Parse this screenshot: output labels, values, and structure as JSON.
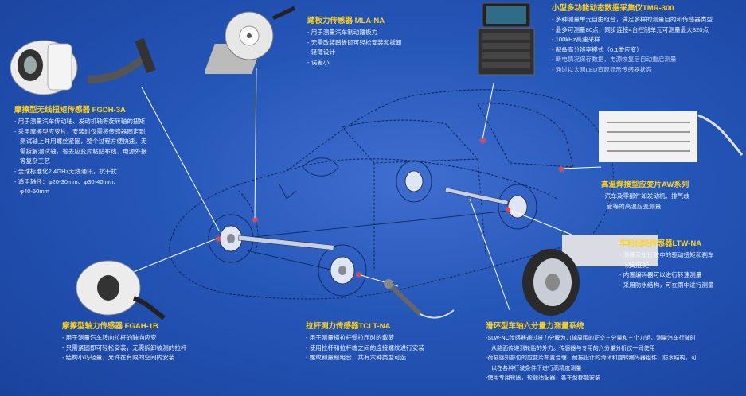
{
  "colors": {
    "title": "#ffd21f",
    "text": "#f2f6ff",
    "background": "#2456b8",
    "marker": "#ff3b3b"
  },
  "sensors": {
    "fgdh": {
      "title": "摩擦型无线扭矩传感器 FGDH-3A",
      "items": [
        "- 用于测量汽车传动轴、发动机轴等旋转轴的扭矩",
        "- 采用摩擦型应变片，安装时仅需将传感器固定到",
        "测试轴上并用螺丝紧固，整个过程方便快速，无",
        "需拆解测试轴，省去应变片粘贴布线、电源外接",
        "等复杂工艺",
        "- 全球标准化2.4GHz无线通讯，抗干扰",
        "- 适用轴径：φ20-30mm、φ30-40mm、",
        "φ40-50mm"
      ]
    },
    "mla": {
      "title": "踏板力传感器 MLA-NA",
      "items": [
        "- 用于测量汽车制动踏板力",
        "- 无需改装踏板即可轻松安装和拆卸",
        "- 轻薄设计",
        "- 误差小"
      ]
    },
    "tmr": {
      "title": "小型多功能动态数据采集仪TMR-300",
      "items": [
        "- 多种测量单元自由组合，满足多样的测量目的和传感器类型",
        "- 最多可测量80点，同步连接4台控制单元可测量最大320点",
        "- 100kHz高速采样",
        "- 配备高分辨率模式（0.1微应变）",
        "- 断电情况保存数据，电源恢复后自动重启测量",
        "- 通过以太网LED直观显示传感器状态"
      ]
    },
    "aw": {
      "title": "高温焊接型应变片AW系列",
      "items": [
        "- 汽车及零部件如发动机、排气歧",
        "管等的高温应变测量"
      ]
    },
    "ltw": {
      "title": "车轮扭矩传感器LTW-NA",
      "items": [
        "- 测量实车行驶中的驱动扭矩和刹车",
        "制动扭矩",
        "- 内置编码器可以进行转速测量",
        "- 采用防水结构，可在雨中进行测量"
      ]
    },
    "fgah": {
      "title": "摩擦型轴力传感器 FGAH-1B",
      "items": [
        "- 用于测量汽车转向拉杆的轴向应变",
        "- 只需紧固即可轻松安装，无需拆卸被测的拉杆",
        "- 结构小巧轻量，允许在有限的空间内安装"
      ]
    },
    "tcl": {
      "title": "拉杆测力传感器TCLT-NA",
      "items": [
        "- 用于测量横拉杆受拉压时的载荷",
        "- 使用拉杆和拉杆端之间的连接螺纹进行安装",
        "- 螺纹和量程组合，共有六种类型可选"
      ]
    },
    "slw": {
      "title": "滑环型车轴六分量力测量系统",
      "items": [
        "-SLW-NC传感器通过将力分解为力轴周围的正交三分量和三个力矩，测量汽车行驶时",
        "从路面传递到轮胎的外力。传感器与专用的六分量分析仪一同使用",
        "-荷载感知部位的应变片布置合理、耐振设计的滑环和旋转编码器组件、防水结构，可",
        "以在各种行驶条件下进行高精度测量",
        "-使用专用轮圈，轮毂适配器，各车型都能安装"
      ]
    }
  }
}
